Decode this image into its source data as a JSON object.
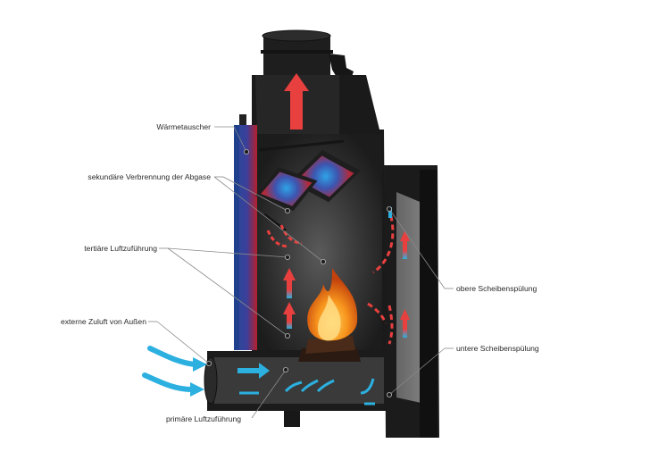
{
  "labels": {
    "waermetauscher": "Wärmetauscher",
    "sekundaere_verbrennung": "sekundäre Verbrennung der Abgase",
    "tertiaere_luft": "tertiäre Luftzuführung",
    "externe_zuluft": "externe Zuluft von Außen",
    "primaere_luft": "primäre Luftzuführung",
    "obere_scheibenspuelung": "obere Scheibenspülung",
    "untere_scheibenspuelung": "untere Scheibenspülung"
  },
  "colors": {
    "body": "#1f1f1f",
    "body_light": "#3a3a3a",
    "hot_arrow": "#e8403f",
    "cold_arrow": "#2bb0e0",
    "flame": "#f7941d",
    "exchanger_red": "#b8202a",
    "exchanger_blue": "#274a9a",
    "leader_line": "#8a8a8a"
  }
}
